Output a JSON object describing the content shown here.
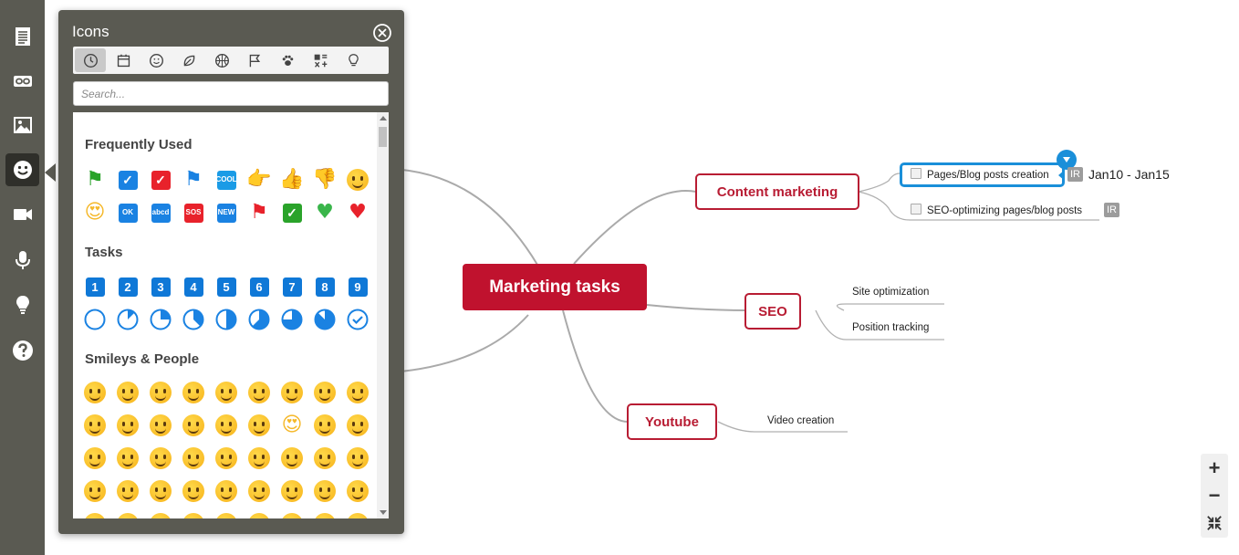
{
  "toolbar": {
    "items": [
      {
        "name": "notes-icon"
      },
      {
        "name": "link-icon"
      },
      {
        "name": "image-icon"
      },
      {
        "name": "smiley-icon",
        "active": true
      },
      {
        "name": "video-icon"
      },
      {
        "name": "microphone-icon"
      },
      {
        "name": "lightbulb-icon"
      },
      {
        "name": "help-icon"
      }
    ]
  },
  "icons_panel": {
    "title": "Icons",
    "search_placeholder": "Search...",
    "categories": [
      "clock-icon",
      "calendar-icon",
      "smiley-icon",
      "leaf-icon",
      "basketball-icon",
      "flag-icon",
      "paw-icon",
      "symbols-icon",
      "lightbulb-icon"
    ],
    "sections": [
      {
        "title": "Frequently Used",
        "icons": [
          {
            "kind": "glyph",
            "char": "⚑",
            "color": "#2aa32a"
          },
          {
            "kind": "square",
            "char": "✓",
            "color": "#1a82e2"
          },
          {
            "kind": "square",
            "char": "✓",
            "color": "#e8222b"
          },
          {
            "kind": "glyph",
            "char": "⚑",
            "color": "#1a82e2"
          },
          {
            "kind": "square",
            "char": "COOL",
            "color": "#1a9be6"
          },
          {
            "kind": "glyph",
            "char": "👉",
            "color": "#f0b232"
          },
          {
            "kind": "glyph",
            "char": "👍",
            "color": "#f0b232"
          },
          {
            "kind": "glyph",
            "char": "👎",
            "color": "#f0b232"
          },
          {
            "kind": "face"
          },
          {
            "kind": "glyph",
            "char": "😍",
            "color": "#f5b82a"
          },
          {
            "kind": "square",
            "char": "OK",
            "color": "#1a82e2"
          },
          {
            "kind": "square",
            "char": "abcd",
            "color": "#1a82e2"
          },
          {
            "kind": "square",
            "char": "SOS",
            "color": "#e8222b"
          },
          {
            "kind": "square",
            "char": "NEW",
            "color": "#1a82e2"
          },
          {
            "kind": "glyph",
            "char": "⚑",
            "color": "#e8222b"
          },
          {
            "kind": "square",
            "char": "✓",
            "color": "#2aa32a"
          },
          {
            "kind": "glyph",
            "char": "♥",
            "color": "#39b54a"
          },
          {
            "kind": "glyph",
            "char": "♥",
            "color": "#e8222b"
          }
        ]
      },
      {
        "title": "Tasks",
        "icons": [
          {
            "kind": "num",
            "char": "1"
          },
          {
            "kind": "num",
            "char": "2"
          },
          {
            "kind": "num",
            "char": "3"
          },
          {
            "kind": "num",
            "char": "4"
          },
          {
            "kind": "num",
            "char": "5"
          },
          {
            "kind": "num",
            "char": "6"
          },
          {
            "kind": "num",
            "char": "7"
          },
          {
            "kind": "num",
            "char": "8"
          },
          {
            "kind": "num",
            "char": "9"
          },
          {
            "kind": "progress",
            "value": 0
          },
          {
            "kind": "progress",
            "value": 0.125
          },
          {
            "kind": "progress",
            "value": 0.25
          },
          {
            "kind": "progress",
            "value": 0.375
          },
          {
            "kind": "progress",
            "value": 0.5
          },
          {
            "kind": "progress",
            "value": 0.625
          },
          {
            "kind": "progress",
            "value": 0.75
          },
          {
            "kind": "progress",
            "value": 0.875
          },
          {
            "kind": "progress",
            "value": 1
          }
        ]
      },
      {
        "title": "Smileys & People",
        "icons": [
          {
            "kind": "face"
          },
          {
            "kind": "face"
          },
          {
            "kind": "face"
          },
          {
            "kind": "face"
          },
          {
            "kind": "face"
          },
          {
            "kind": "face"
          },
          {
            "kind": "face"
          },
          {
            "kind": "face"
          },
          {
            "kind": "face"
          },
          {
            "kind": "face"
          },
          {
            "kind": "face"
          },
          {
            "kind": "face"
          },
          {
            "kind": "face"
          },
          {
            "kind": "face"
          },
          {
            "kind": "face"
          },
          {
            "kind": "glyph",
            "char": "😍",
            "color": "#f5b82a"
          },
          {
            "kind": "face"
          },
          {
            "kind": "face"
          },
          {
            "kind": "face"
          },
          {
            "kind": "face"
          },
          {
            "kind": "face"
          },
          {
            "kind": "face"
          },
          {
            "kind": "face"
          },
          {
            "kind": "face"
          },
          {
            "kind": "face"
          },
          {
            "kind": "face"
          },
          {
            "kind": "face"
          },
          {
            "kind": "face"
          },
          {
            "kind": "face"
          },
          {
            "kind": "face"
          },
          {
            "kind": "face"
          },
          {
            "kind": "face"
          },
          {
            "kind": "face"
          },
          {
            "kind": "face"
          },
          {
            "kind": "face"
          },
          {
            "kind": "face"
          },
          {
            "kind": "face"
          },
          {
            "kind": "face"
          },
          {
            "kind": "face"
          },
          {
            "kind": "face"
          },
          {
            "kind": "face"
          },
          {
            "kind": "face"
          },
          {
            "kind": "face"
          },
          {
            "kind": "face"
          },
          {
            "kind": "face"
          }
        ]
      }
    ]
  },
  "mindmap": {
    "central": "Marketing tasks",
    "topics": {
      "content": "Content marketing",
      "seo": "SEO",
      "youtube": "Youtube"
    },
    "subtopics": {
      "pages_blog": "Pages/Blog posts creation",
      "seo_opt": "SEO-optimizing pages/blog posts",
      "site_opt": "Site optimization",
      "position": "Position tracking",
      "video": "Video creation"
    },
    "badge_label": "IR",
    "date_range": "Jan10 - Jan15"
  },
  "zoom": {
    "zoom_in": "+",
    "zoom_out": "−"
  },
  "colors": {
    "toolbar": "#5a5a52",
    "accent": "#c0122e",
    "selection": "#1a8fd9"
  }
}
